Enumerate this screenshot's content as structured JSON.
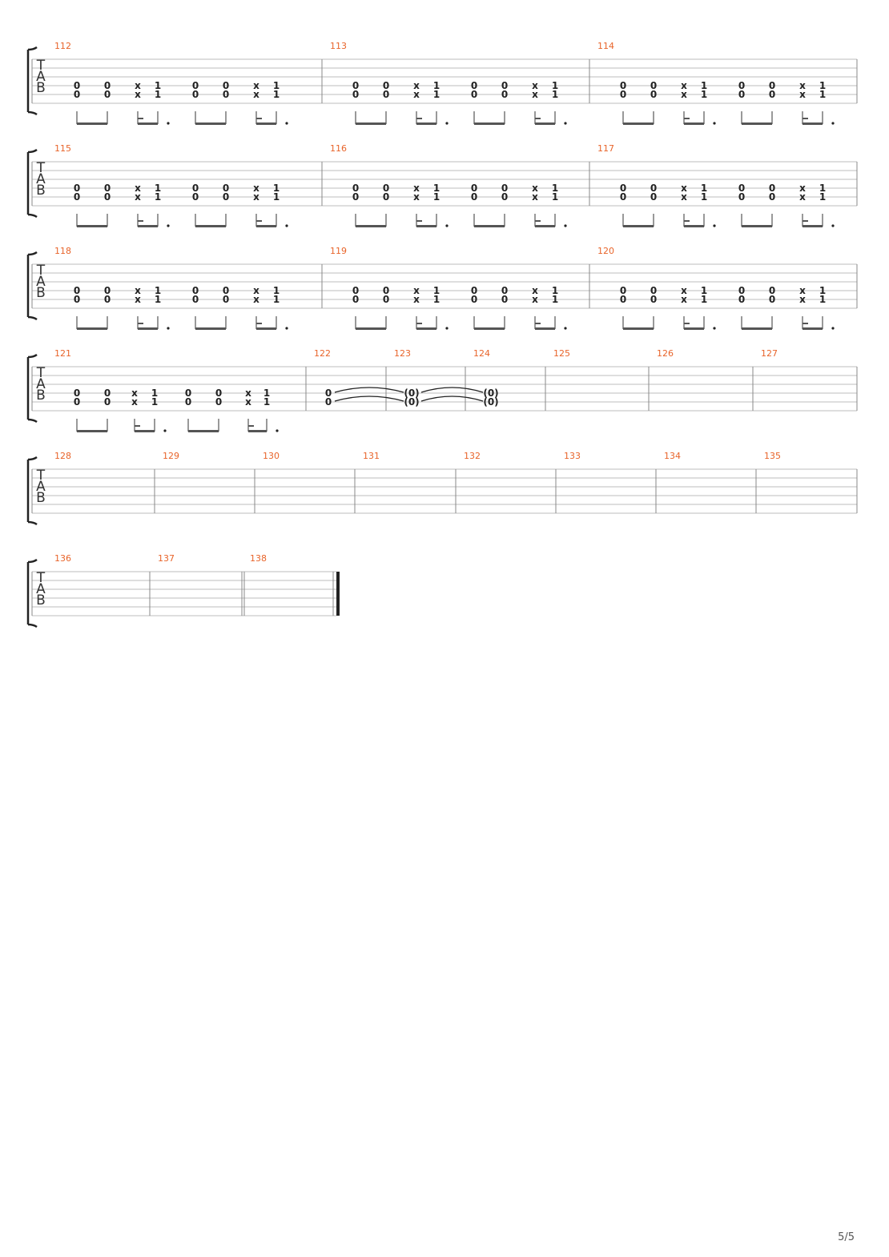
{
  "page": {
    "page_number": "5/5"
  },
  "tab_clef": [
    "T",
    "A",
    "B"
  ],
  "patterns": {
    "groove": {
      "string4": [
        "0",
        "0",
        "x",
        "1",
        "0",
        "0",
        "x",
        "1"
      ],
      "string5": [
        "0",
        "0",
        "x",
        "1",
        "0",
        "0",
        "x",
        "1"
      ]
    },
    "tied_open": {
      "first": "0",
      "continued": "(0)"
    }
  },
  "systems": [
    {
      "measures": [
        {
          "number": "112",
          "content": "groove"
        },
        {
          "number": "113",
          "content": "groove"
        },
        {
          "number": "114",
          "content": "groove"
        }
      ]
    },
    {
      "measures": [
        {
          "number": "115",
          "content": "groove"
        },
        {
          "number": "116",
          "content": "groove"
        },
        {
          "number": "117",
          "content": "groove"
        }
      ]
    },
    {
      "measures": [
        {
          "number": "118",
          "content": "groove"
        },
        {
          "number": "119",
          "content": "groove"
        },
        {
          "number": "120",
          "content": "groove"
        }
      ]
    },
    {
      "measures": [
        {
          "number": "121",
          "content": "groove"
        },
        {
          "number": "122",
          "content": "tied_open_start"
        },
        {
          "number": "123",
          "content": "tied_open_continue"
        },
        {
          "number": "124",
          "content": "tied_open_end"
        },
        {
          "number": "125",
          "content": "empty"
        },
        {
          "number": "126",
          "content": "empty"
        },
        {
          "number": "127",
          "content": "empty"
        }
      ]
    },
    {
      "measures": [
        {
          "number": "128",
          "content": "empty"
        },
        {
          "number": "129",
          "content": "empty"
        },
        {
          "number": "130",
          "content": "empty"
        },
        {
          "number": "131",
          "content": "empty"
        },
        {
          "number": "132",
          "content": "empty"
        },
        {
          "number": "133",
          "content": "empty"
        },
        {
          "number": "134",
          "content": "empty"
        },
        {
          "number": "135",
          "content": "empty"
        }
      ]
    },
    {
      "measures": [
        {
          "number": "136",
          "content": "empty"
        },
        {
          "number": "137",
          "content": "empty"
        },
        {
          "number": "138",
          "content": "empty",
          "final": true
        }
      ]
    }
  ]
}
